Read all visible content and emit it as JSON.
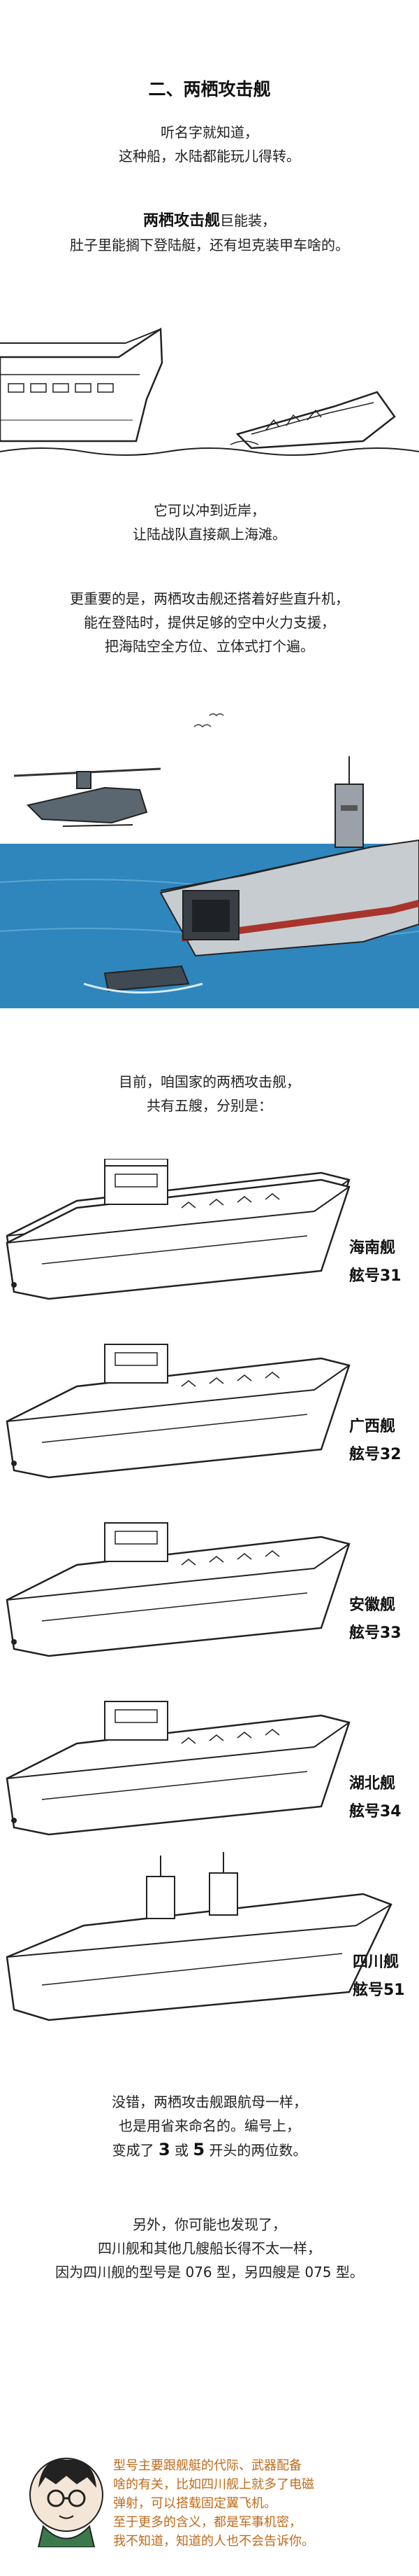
{
  "section_title": "二、两栖攻击舰",
  "intro": [
    "听名字就知道，",
    "这种船，水陆都能玩儿得转。"
  ],
  "capacity": {
    "bold": "两栖攻击舰",
    "rest": "巨能装，",
    "line2": "肚子里能搁下登陆艇，还有坦克装甲车啥的。"
  },
  "beach": [
    "它可以冲到近岸，",
    "让陆战队直接飙上海滩。"
  ],
  "heli": [
    "更重要的是，两栖攻击舰还搭着好些直升机，",
    "能在登陆时，提供足够的空中火力支援，",
    "把海陆空全方位、立体式打个遍。"
  ],
  "fleet_intro": [
    "目前，咱国家的两栖攻击舰，",
    "共有五艘，分别是："
  ],
  "ships": [
    {
      "name": "海南舰",
      "hull": "舷号31"
    },
    {
      "name": "广西舰",
      "hull": "舷号32"
    },
    {
      "name": "安徽舰",
      "hull": "舷号33"
    },
    {
      "name": "湖北舰",
      "hull": "舷号34"
    },
    {
      "name": "四川舰",
      "hull": "舷号51"
    }
  ],
  "naming": {
    "line1": "没错，两栖攻击舰跟航母一样，",
    "line2": "也是用省来命名的。编号上，",
    "line3_a": "变成了 ",
    "num3": "3",
    "line3_b": " 或 ",
    "num5": "5",
    "line3_c": " 开头的两位数。"
  },
  "type_note": [
    "另外，你可能也发现了，",
    "四川舰和其他几艘船长得不太一样，",
    "因为四川舰的型号是 076 型，另四艘是 075 型。"
  ],
  "footnote": [
    "型号主要跟舰艇的代际、武器配备",
    "啥的有关，比如四川舰上就多了电磁",
    "弹射，可以搭载固定翼飞机。",
    "至于更多的含义，都是军事机密，",
    "我不知道，知道的人也不会告诉你。"
  ],
  "colors": {
    "sea": "#2f86bd",
    "accent": "#c06a1a",
    "hull_red": "#a8342c"
  }
}
